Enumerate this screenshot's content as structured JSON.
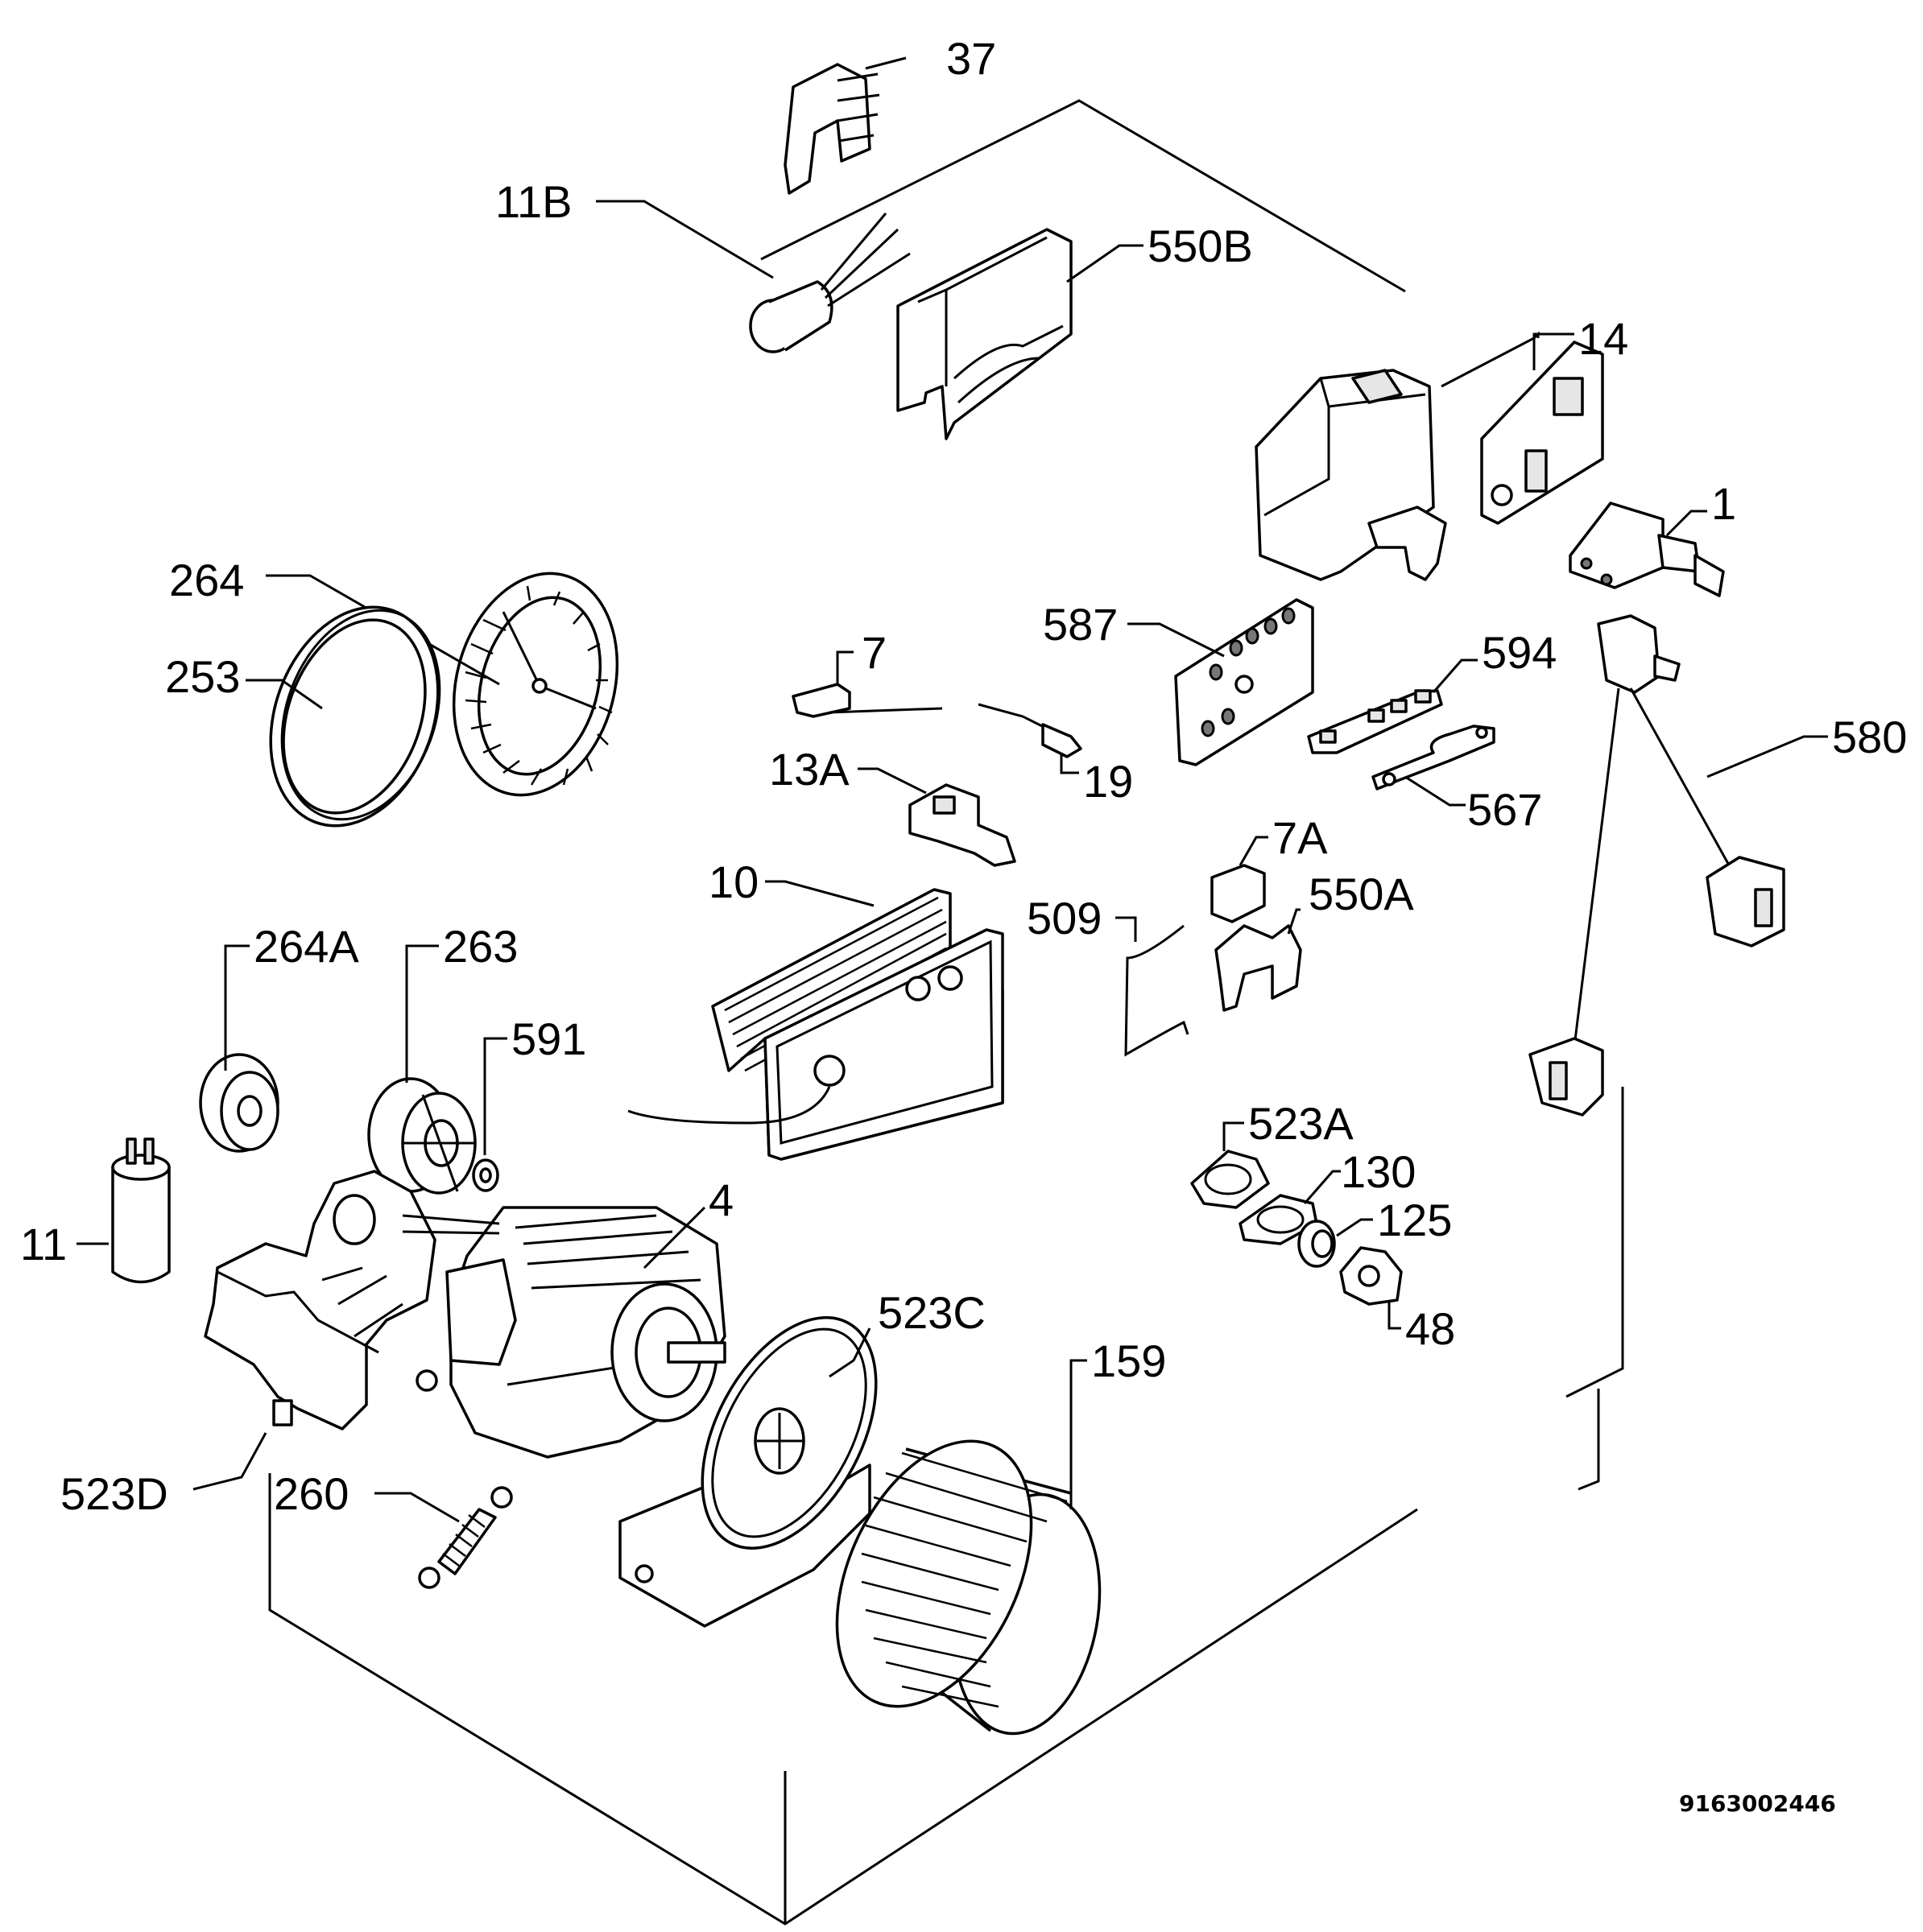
{
  "labels": {
    "l37": "37",
    "l11b": "11B",
    "l550b": "550B",
    "l14": "14",
    "l1": "1",
    "l264": "264",
    "l253": "253",
    "l587": "587",
    "l594": "594",
    "l7": "7",
    "l19": "19",
    "l580": "580",
    "l13a": "13A",
    "l567": "567",
    "l7a": "7A",
    "l10": "10",
    "l509": "509",
    "l550a": "550A",
    "l264a": "264A",
    "l263": "263",
    "l591": "591",
    "l523a": "523A",
    "l130": "130",
    "l125": "125",
    "l4": "4",
    "l11": "11",
    "l48": "48",
    "l523c": "523C",
    "l159": "159",
    "l523d": "523D",
    "l260": "260"
  },
  "doc_number": "9163002446"
}
